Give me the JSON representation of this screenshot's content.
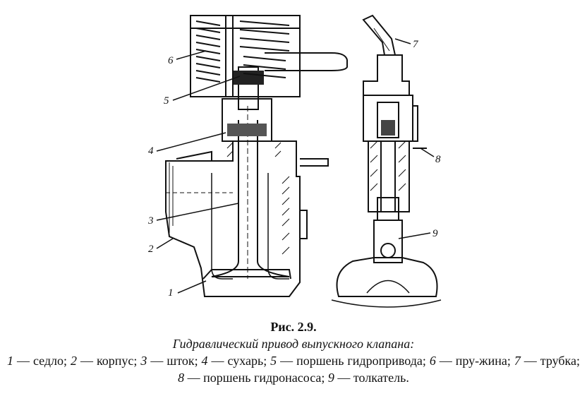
{
  "figure": {
    "callouts": [
      "1",
      "2",
      "3",
      "4",
      "5",
      "6",
      "7",
      "8",
      "9"
    ]
  },
  "caption": {
    "number": "Рис. 2.9.",
    "title": "Гидравлический привод выпускного клапана:",
    "legend": [
      {
        "n": "1",
        "text": " — седло; "
      },
      {
        "n": "2",
        "text": " — корпус; "
      },
      {
        "n": "3",
        "text": " — шток; "
      },
      {
        "n": "4",
        "text": " — сухарь; "
      },
      {
        "n": "5",
        "text": " — поршень гидропривода; "
      },
      {
        "n": "6",
        "text": " — пру-жина; "
      },
      {
        "n": "7",
        "text": " — трубка; "
      },
      {
        "n": "8",
        "text": " — поршень гидронасоса; "
      },
      {
        "n": "9",
        "text": " — толкатель."
      }
    ]
  }
}
